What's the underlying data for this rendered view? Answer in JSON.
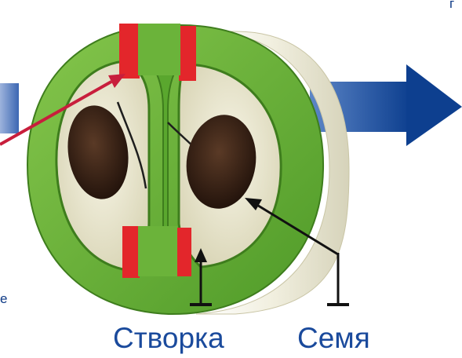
{
  "labels": {
    "valve": "Створка",
    "seed": "Семя"
  },
  "fragments": {
    "right_edge": "г",
    "left_edge": "е"
  },
  "colors": {
    "pod_green": "#6bb33a",
    "pod_dark_green": "#3f8a1e",
    "inner_cream": "#ece8d0",
    "septum_red": "#e3262b",
    "seed_brown": "#3a2418",
    "arrow_blue": "#0d4a9c",
    "pointer_red": "#c81e3c",
    "pointer_black": "#111111",
    "label_blue": "#1a4a9c"
  },
  "icons": {
    "arrow": "right-arrow-icon"
  }
}
